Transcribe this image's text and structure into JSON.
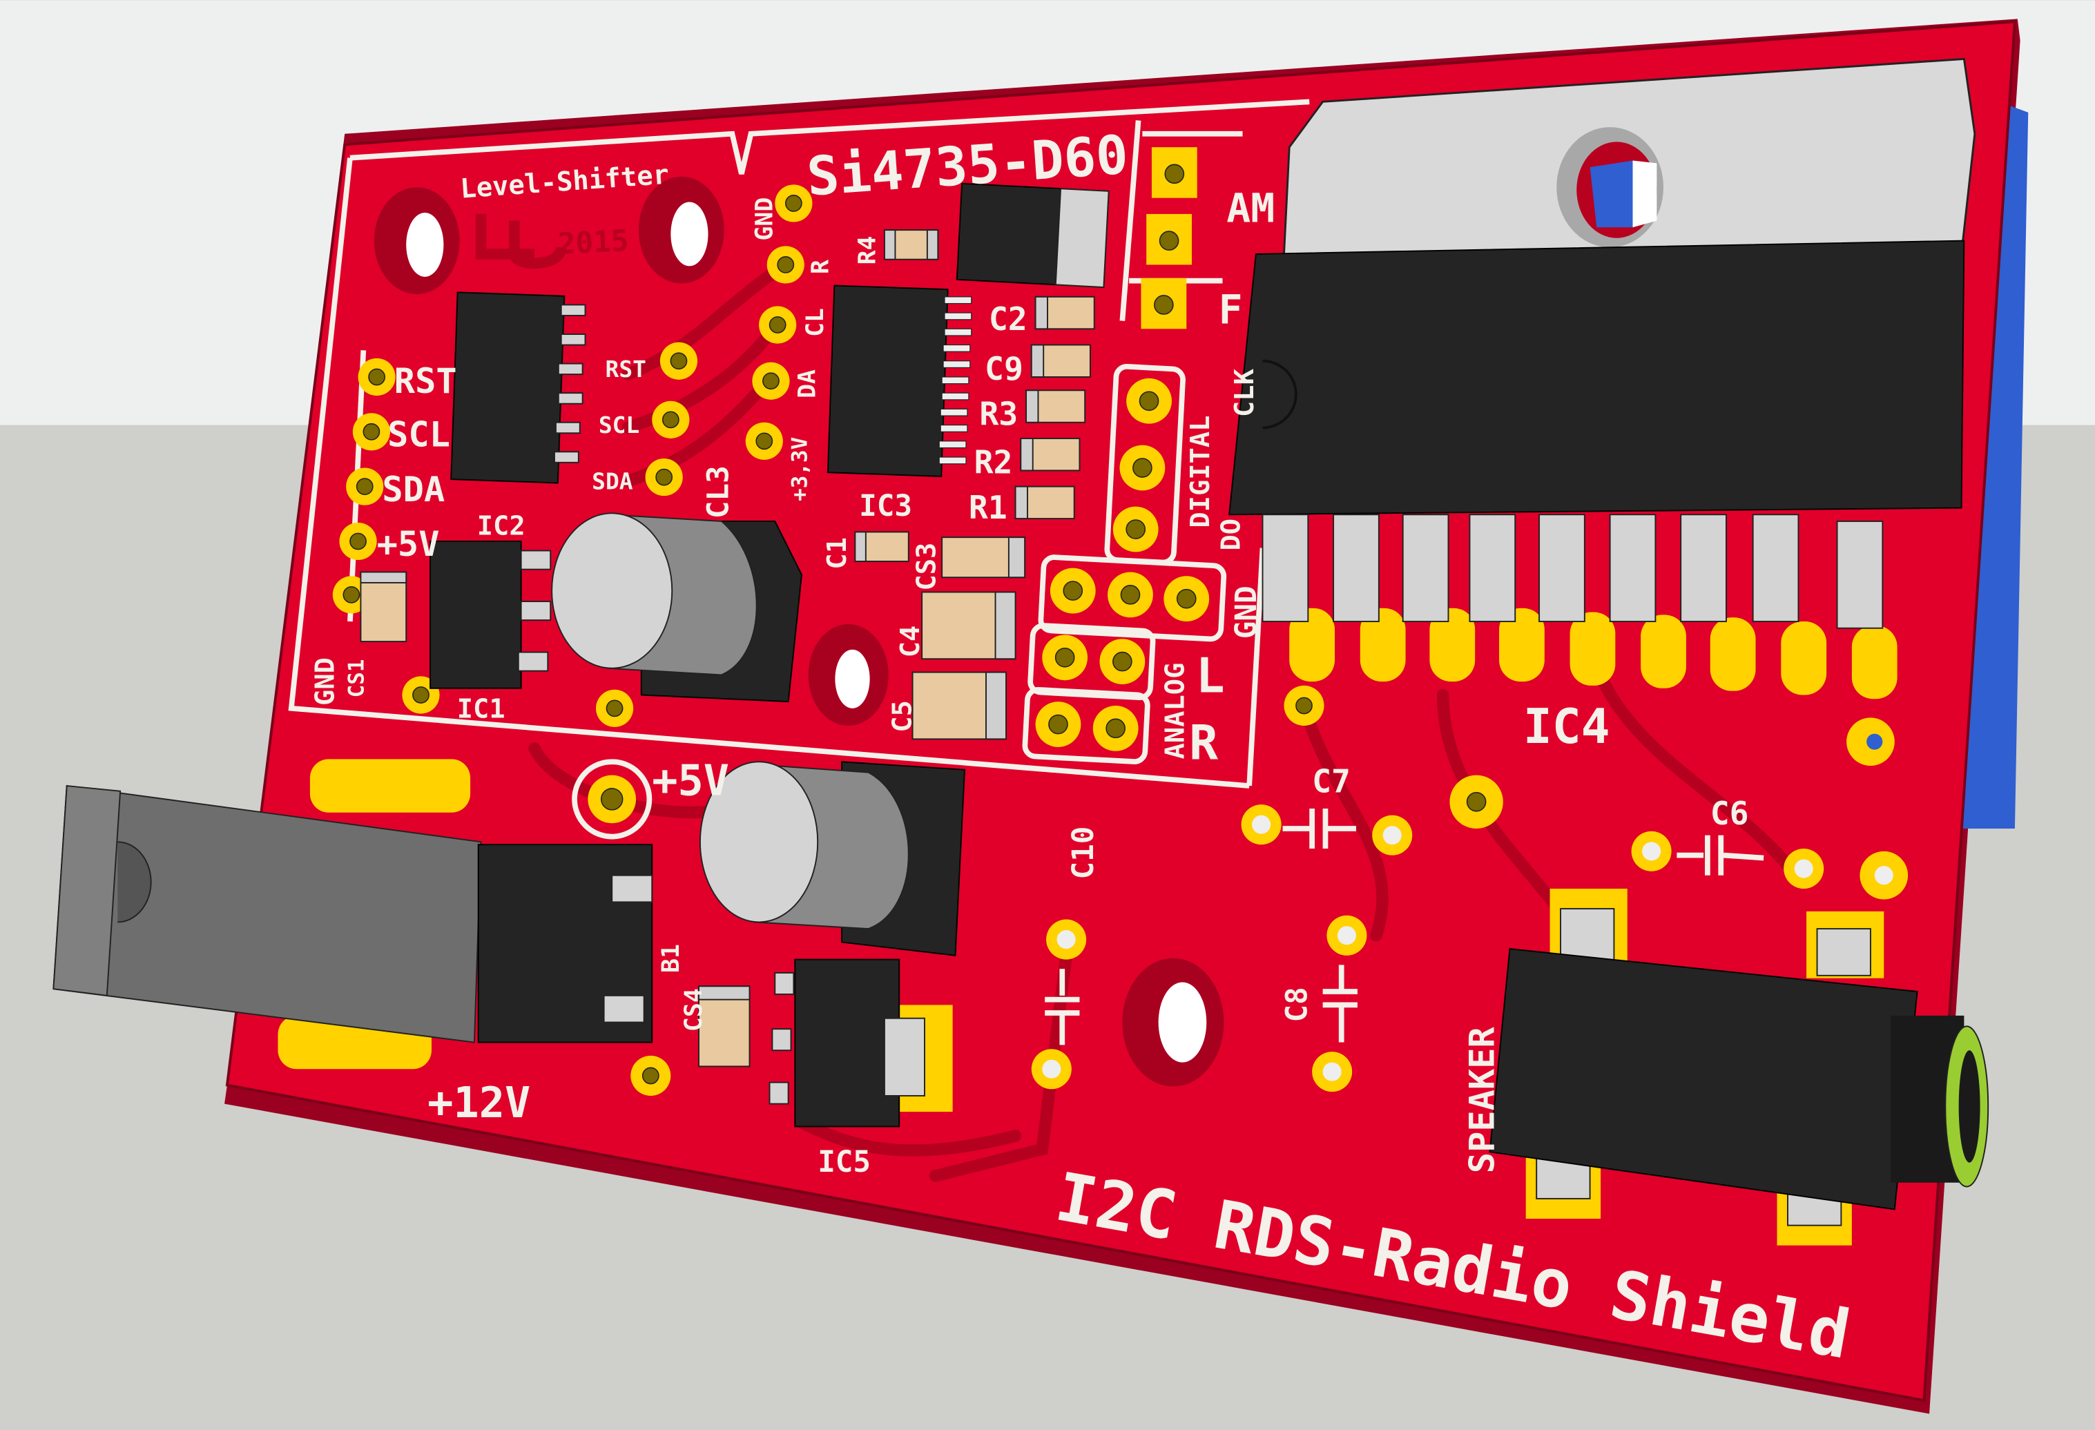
{
  "scene": {
    "title": "I2C RDS-Radio Shield",
    "colors": {
      "board": "#e0002a",
      "board_edge": "#9a0020",
      "pad": "#ffd200",
      "silkscreen": "#f4f1ea",
      "sky": "#eef0f0",
      "ground": "#cfcfcb"
    }
  },
  "labels": {
    "level_shifter": "Level-Shifter",
    "logo_year": "2015",
    "chip_name": "Si4735-D60",
    "gnd_top": "GND",
    "r_pin": "R",
    "cl_pin": "CL",
    "da_pin": "DA",
    "v33": "+3,3V",
    "r4": "R4",
    "c2": "C2",
    "c9": "C9",
    "r3": "R3",
    "r2": "R2",
    "r1": "R1",
    "am": "AM",
    "f": "F",
    "clk": "CLK",
    "digital": "DIGITAL",
    "do": "DO",
    "gnd_right": "GND",
    "analog": "ANALOG",
    "l": "L",
    "r": "R",
    "rst_left": "RST",
    "scl_left": "SCL",
    "sda_left": "SDA",
    "v5_left": "+5V",
    "gnd_left": "GND",
    "cs1": "CS1",
    "rst_right": "RST",
    "scl_right": "SCL",
    "sda_right": "SDA",
    "ic2": "IC2",
    "ic1": "IC1",
    "ic3": "IC3",
    "cl3": "CL3",
    "c1": "C1",
    "cs3": "CS3",
    "c4": "C4",
    "c5": "C5",
    "ic4": "IC4",
    "c7": "C7",
    "c6": "C6",
    "c8": "C8",
    "c10": "C10",
    "v5_mid": "+5V",
    "v12": "+12V",
    "b1": "B1",
    "cs4": "CS4",
    "ic5": "IC5",
    "speaker": "SPEAKER",
    "board_title": "I2C RDS-Radio Shield"
  }
}
